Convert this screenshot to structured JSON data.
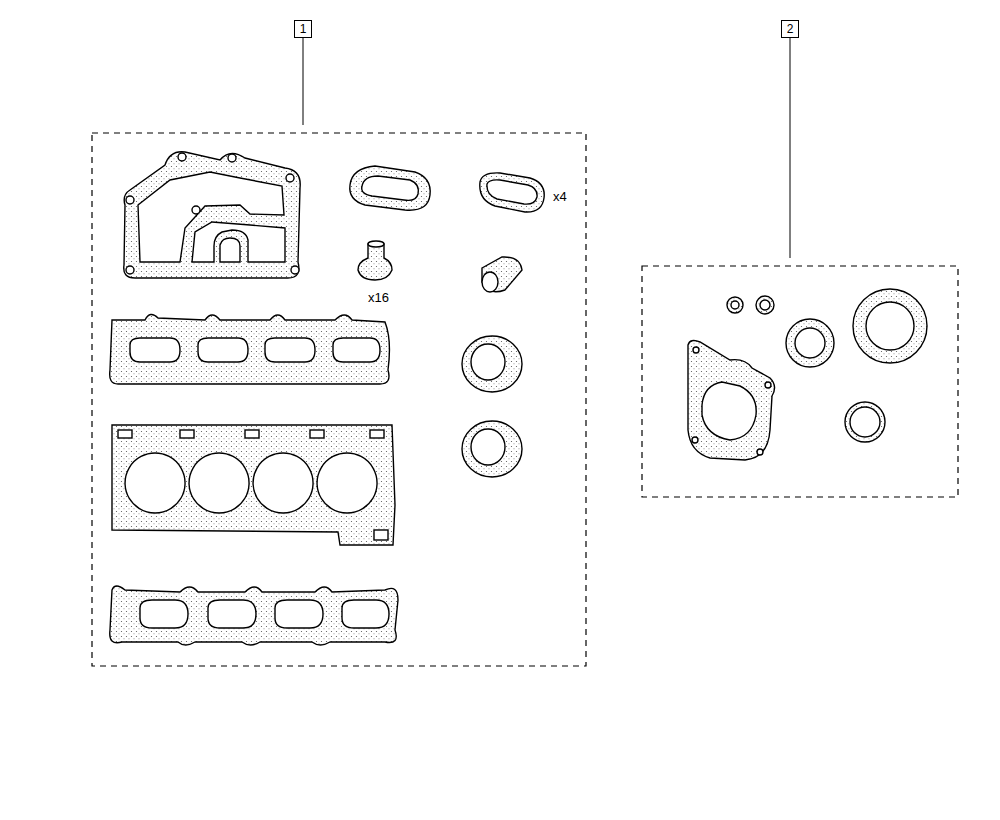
{
  "diagram": {
    "nodes": [
      {
        "text": [
          "1"
        ]
      },
      {
        "text": [
          "2"
        ]
      }
    ],
    "labels": [
      "x4",
      "x16"
    ]
  }
}
